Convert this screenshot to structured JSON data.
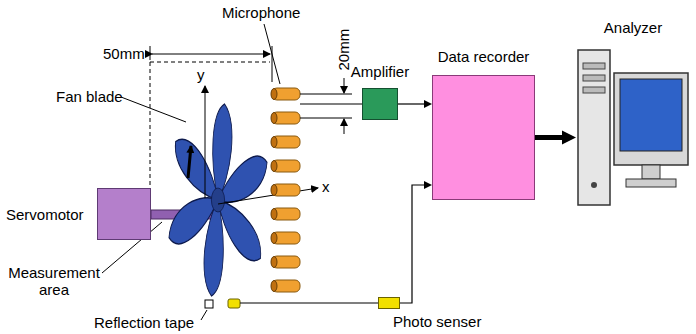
{
  "diagram": {
    "nodes": [
      {
        "text": [
          "Servomotor"
        ]
      },
      {
        "text": [
          "Amplifier"
        ]
      },
      {
        "text": [
          "Data recorder"
        ]
      },
      {
        "text": [
          "Analyzer"
        ]
      },
      {
        "text": [
          "Photo senser"
        ]
      }
    ],
    "edges": [
      {
        "from": 1,
        "to": 2,
        "arrow": "to"
      },
      {
        "from": 2,
        "to": 3,
        "arrow": "to"
      },
      {
        "from": 4,
        "to": 2,
        "arrow": "to"
      }
    ],
    "labels": [
      "Microphone",
      "50mm",
      "20mm",
      "y",
      "x",
      "Fan blade",
      "Measurement area",
      "Reflection tape"
    ]
  }
}
